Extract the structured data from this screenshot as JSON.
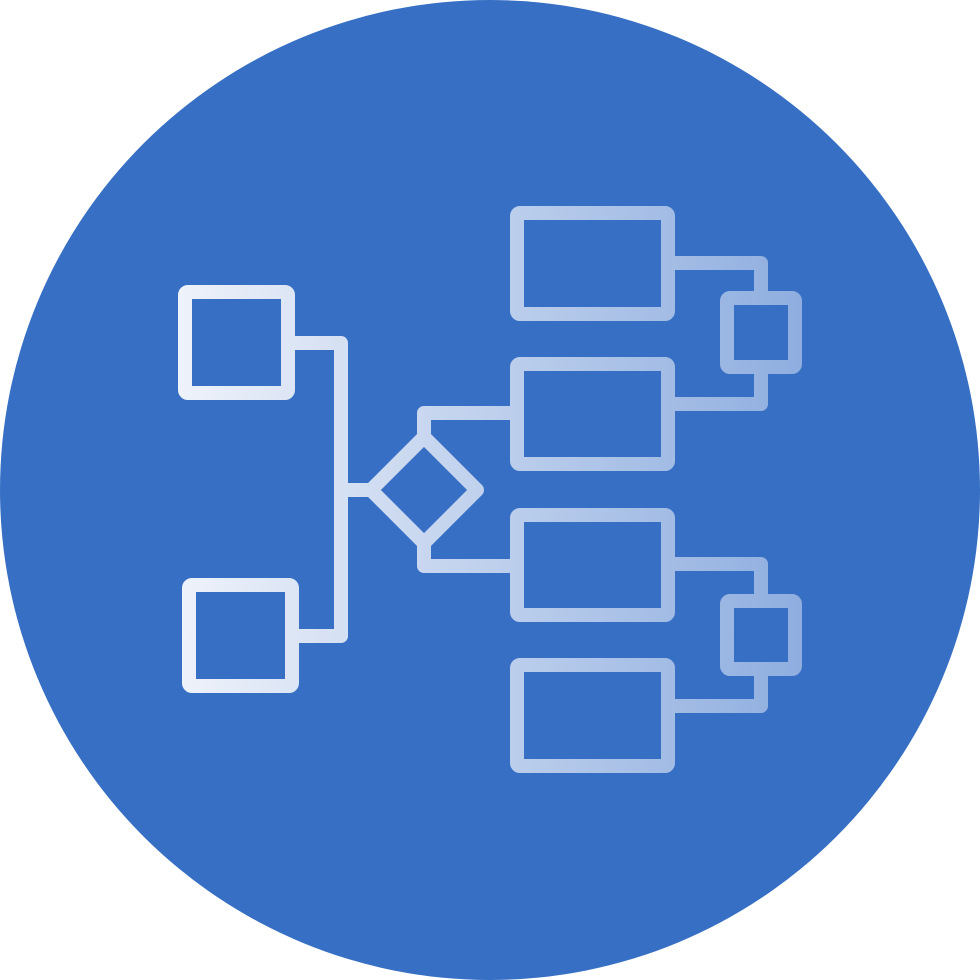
{
  "icon": {
    "name": "flowchart-icon",
    "description_shapes": [
      "input-box",
      "input-box",
      "decision-diamond",
      "output-box",
      "output-box",
      "output-box",
      "output-box",
      "merge-box",
      "merge-box"
    ]
  },
  "colors": {
    "background_circle": "#366FC3",
    "stroke_start": "#EEF2FA",
    "stroke_end": "#8FAEDF",
    "page_background": "#FFFFFF"
  }
}
